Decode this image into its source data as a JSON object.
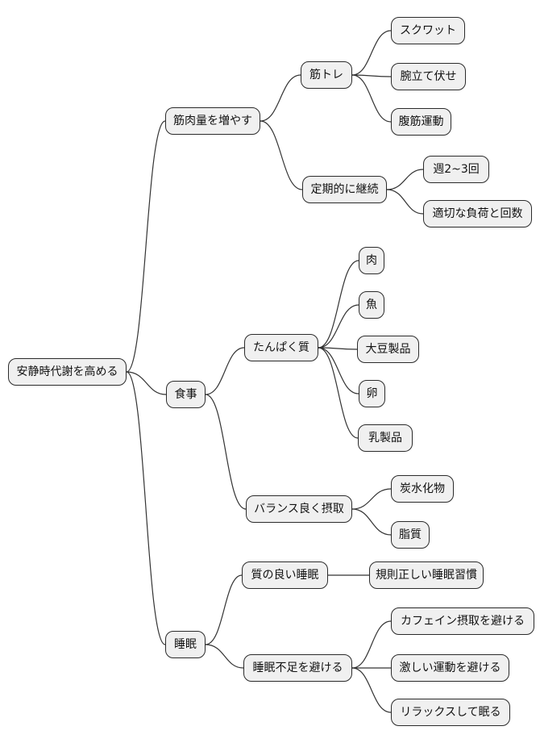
{
  "colors": {
    "background": "#ffffff",
    "node_fill": "#f0f0f0",
    "node_border": "#2b2b2b",
    "edge_line": "#333333",
    "text": "#111111"
  },
  "tree": {
    "root": {
      "label": "安静時代謝を高める"
    },
    "branches": [
      {
        "label": "筋肉量を増やす",
        "children": [
          {
            "label": "筋トレ",
            "children": [
              {
                "label": "スクワット"
              },
              {
                "label": "腕立て伏せ"
              },
              {
                "label": "腹筋運動"
              }
            ]
          },
          {
            "label": "定期的に継続",
            "children": [
              {
                "label": "週2~3回"
              },
              {
                "label": "適切な負荷と回数"
              }
            ]
          }
        ]
      },
      {
        "label": "食事",
        "children": [
          {
            "label": "たんぱく質",
            "children": [
              {
                "label": "肉"
              },
              {
                "label": "魚"
              },
              {
                "label": "大豆製品"
              },
              {
                "label": "卵"
              },
              {
                "label": "乳製品"
              }
            ]
          },
          {
            "label": "バランス良く摂取",
            "children": [
              {
                "label": "炭水化物"
              },
              {
                "label": "脂質"
              }
            ]
          }
        ]
      },
      {
        "label": "睡眠",
        "children": [
          {
            "label": "質の良い睡眠",
            "children": [
              {
                "label": "規則正しい睡眠習慣"
              }
            ]
          },
          {
            "label": "睡眠不足を避ける",
            "children": [
              {
                "label": "カフェイン摂取を避ける"
              },
              {
                "label": "激しい運動を避ける"
              },
              {
                "label": "リラックスして眠る"
              }
            ]
          }
        ]
      }
    ]
  }
}
